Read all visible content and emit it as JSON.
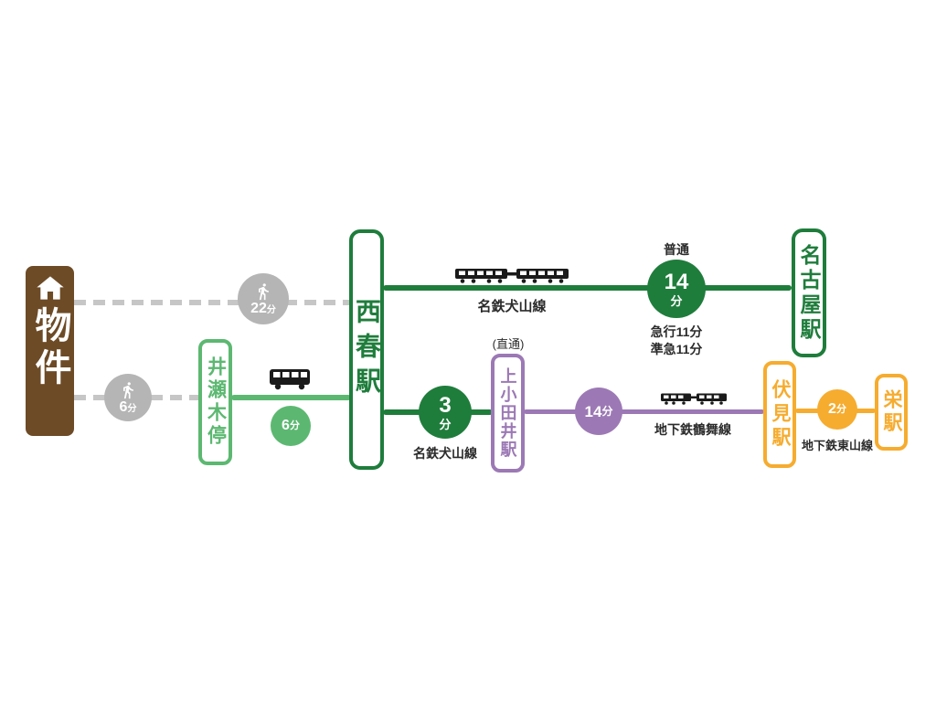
{
  "colors": {
    "brown": "#6d4b26",
    "meitetsu_green": "#1f7d3c",
    "bus_green": "#5cb871",
    "tsurumai_purple": "#9c79b5",
    "higashiyama_yellow": "#f6ac2f",
    "walk_gray": "#b5b5b5",
    "dash_gray": "#c6c6c6",
    "text": "#2b2b2b"
  },
  "property": {
    "label": "物件"
  },
  "walks": [
    {
      "value": "22",
      "unit": "分"
    },
    {
      "value": "6",
      "unit": "分"
    }
  ],
  "stations": {
    "nishiharu": {
      "name": "西春駅"
    },
    "nagoya": {
      "name": "名古屋駅"
    },
    "isegi": {
      "name": "井瀬木停"
    },
    "kamiotai": {
      "name": "上小田井駅",
      "note": "(直通)"
    },
    "fushimi": {
      "name": "伏見駅"
    },
    "sakae": {
      "name": "栄駅"
    }
  },
  "segments": {
    "meitetsu_main": {
      "line_name": "名鉄犬山線",
      "time_value": "14",
      "time_unit": "分",
      "service_type": "普通",
      "express_note": "急行11分",
      "semi_express_note": "準急11分"
    },
    "meitetsu_branch": {
      "line_name": "名鉄犬山線",
      "time_value": "3",
      "time_unit": "分"
    },
    "bus": {
      "time_value": "6",
      "time_unit": "分"
    },
    "tsurumai": {
      "line_name": "地下鉄鶴舞線",
      "time_value": "14",
      "time_unit": "分"
    },
    "higashiyama": {
      "line_name": "地下鉄東山線",
      "time_value": "2",
      "time_unit": "分"
    }
  }
}
